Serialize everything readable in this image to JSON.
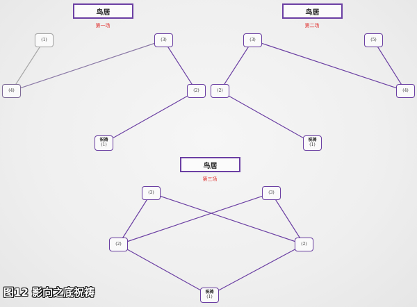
{
  "caption": "图12 影向之底祝祷",
  "colors": {
    "accent": "#6b3fa3",
    "muted": "#a6a6a6",
    "subtitle": "#e0312f",
    "caption_fill": "#ffffff",
    "caption_outline": "#111111"
  },
  "panels": [
    {
      "title": "鸟居",
      "subtitle": "第一场",
      "nodes": [
        {
          "lines": [
            "(1)"
          ],
          "color": "#a6a6a6"
        },
        {
          "lines": [
            "(3)"
          ],
          "color": "#6b3fa3"
        },
        {
          "lines": [
            "(4)"
          ],
          "color": "#7d6a96"
        },
        {
          "lines": [
            "(2)"
          ],
          "color": "#6b3fa3"
        },
        {
          "lines": [
            "祝祷",
            "(1)"
          ],
          "color": "#6b3fa3"
        }
      ],
      "edges": [
        {
          "from": 0,
          "to": 2,
          "color": "#a6a6a6"
        },
        {
          "from": 1,
          "to": 2,
          "color": "#8a78a6"
        },
        {
          "from": 1,
          "to": 3,
          "color": "#6b3fa3"
        },
        {
          "from": 3,
          "to": 4,
          "color": "#6b3fa3"
        }
      ]
    },
    {
      "title": "鸟居",
      "subtitle": "第二场",
      "nodes": [
        {
          "lines": [
            "(3)"
          ],
          "color": "#6b3fa3"
        },
        {
          "lines": [
            "(5)"
          ],
          "color": "#6b3fa3"
        },
        {
          "lines": [
            "(2)"
          ],
          "color": "#6b3fa3"
        },
        {
          "lines": [
            "(4)"
          ],
          "color": "#6b3fa3"
        },
        {
          "lines": [
            "祝祷",
            "(1)"
          ],
          "color": "#6b3fa3"
        }
      ],
      "edges": [
        {
          "from": 0,
          "to": 2,
          "color": "#6b3fa3"
        },
        {
          "from": 0,
          "to": 3,
          "color": "#6b3fa3"
        },
        {
          "from": 1,
          "to": 3,
          "color": "#6b3fa3"
        },
        {
          "from": 2,
          "to": 4,
          "color": "#6b3fa3"
        }
      ]
    },
    {
      "title": "鸟居",
      "subtitle": "第三场",
      "nodes": [
        {
          "lines": [
            "(3)"
          ],
          "color": "#6b3fa3"
        },
        {
          "lines": [
            "(3)"
          ],
          "color": "#6b3fa3"
        },
        {
          "lines": [
            "(2)"
          ],
          "color": "#6b3fa3"
        },
        {
          "lines": [
            "(2)"
          ],
          "color": "#6b3fa3"
        },
        {
          "lines": [
            "祝祷",
            "(1)"
          ],
          "color": "#6b3fa3"
        }
      ],
      "edges": [
        {
          "from": 0,
          "to": 2,
          "color": "#6b3fa3"
        },
        {
          "from": 0,
          "to": 3,
          "color": "#6b3fa3"
        },
        {
          "from": 1,
          "to": 2,
          "color": "#6b3fa3"
        },
        {
          "from": 1,
          "to": 3,
          "color": "#6b3fa3"
        },
        {
          "from": 2,
          "to": 4,
          "color": "#6b3fa3"
        },
        {
          "from": 3,
          "to": 4,
          "color": "#6b3fa3"
        }
      ]
    }
  ]
}
